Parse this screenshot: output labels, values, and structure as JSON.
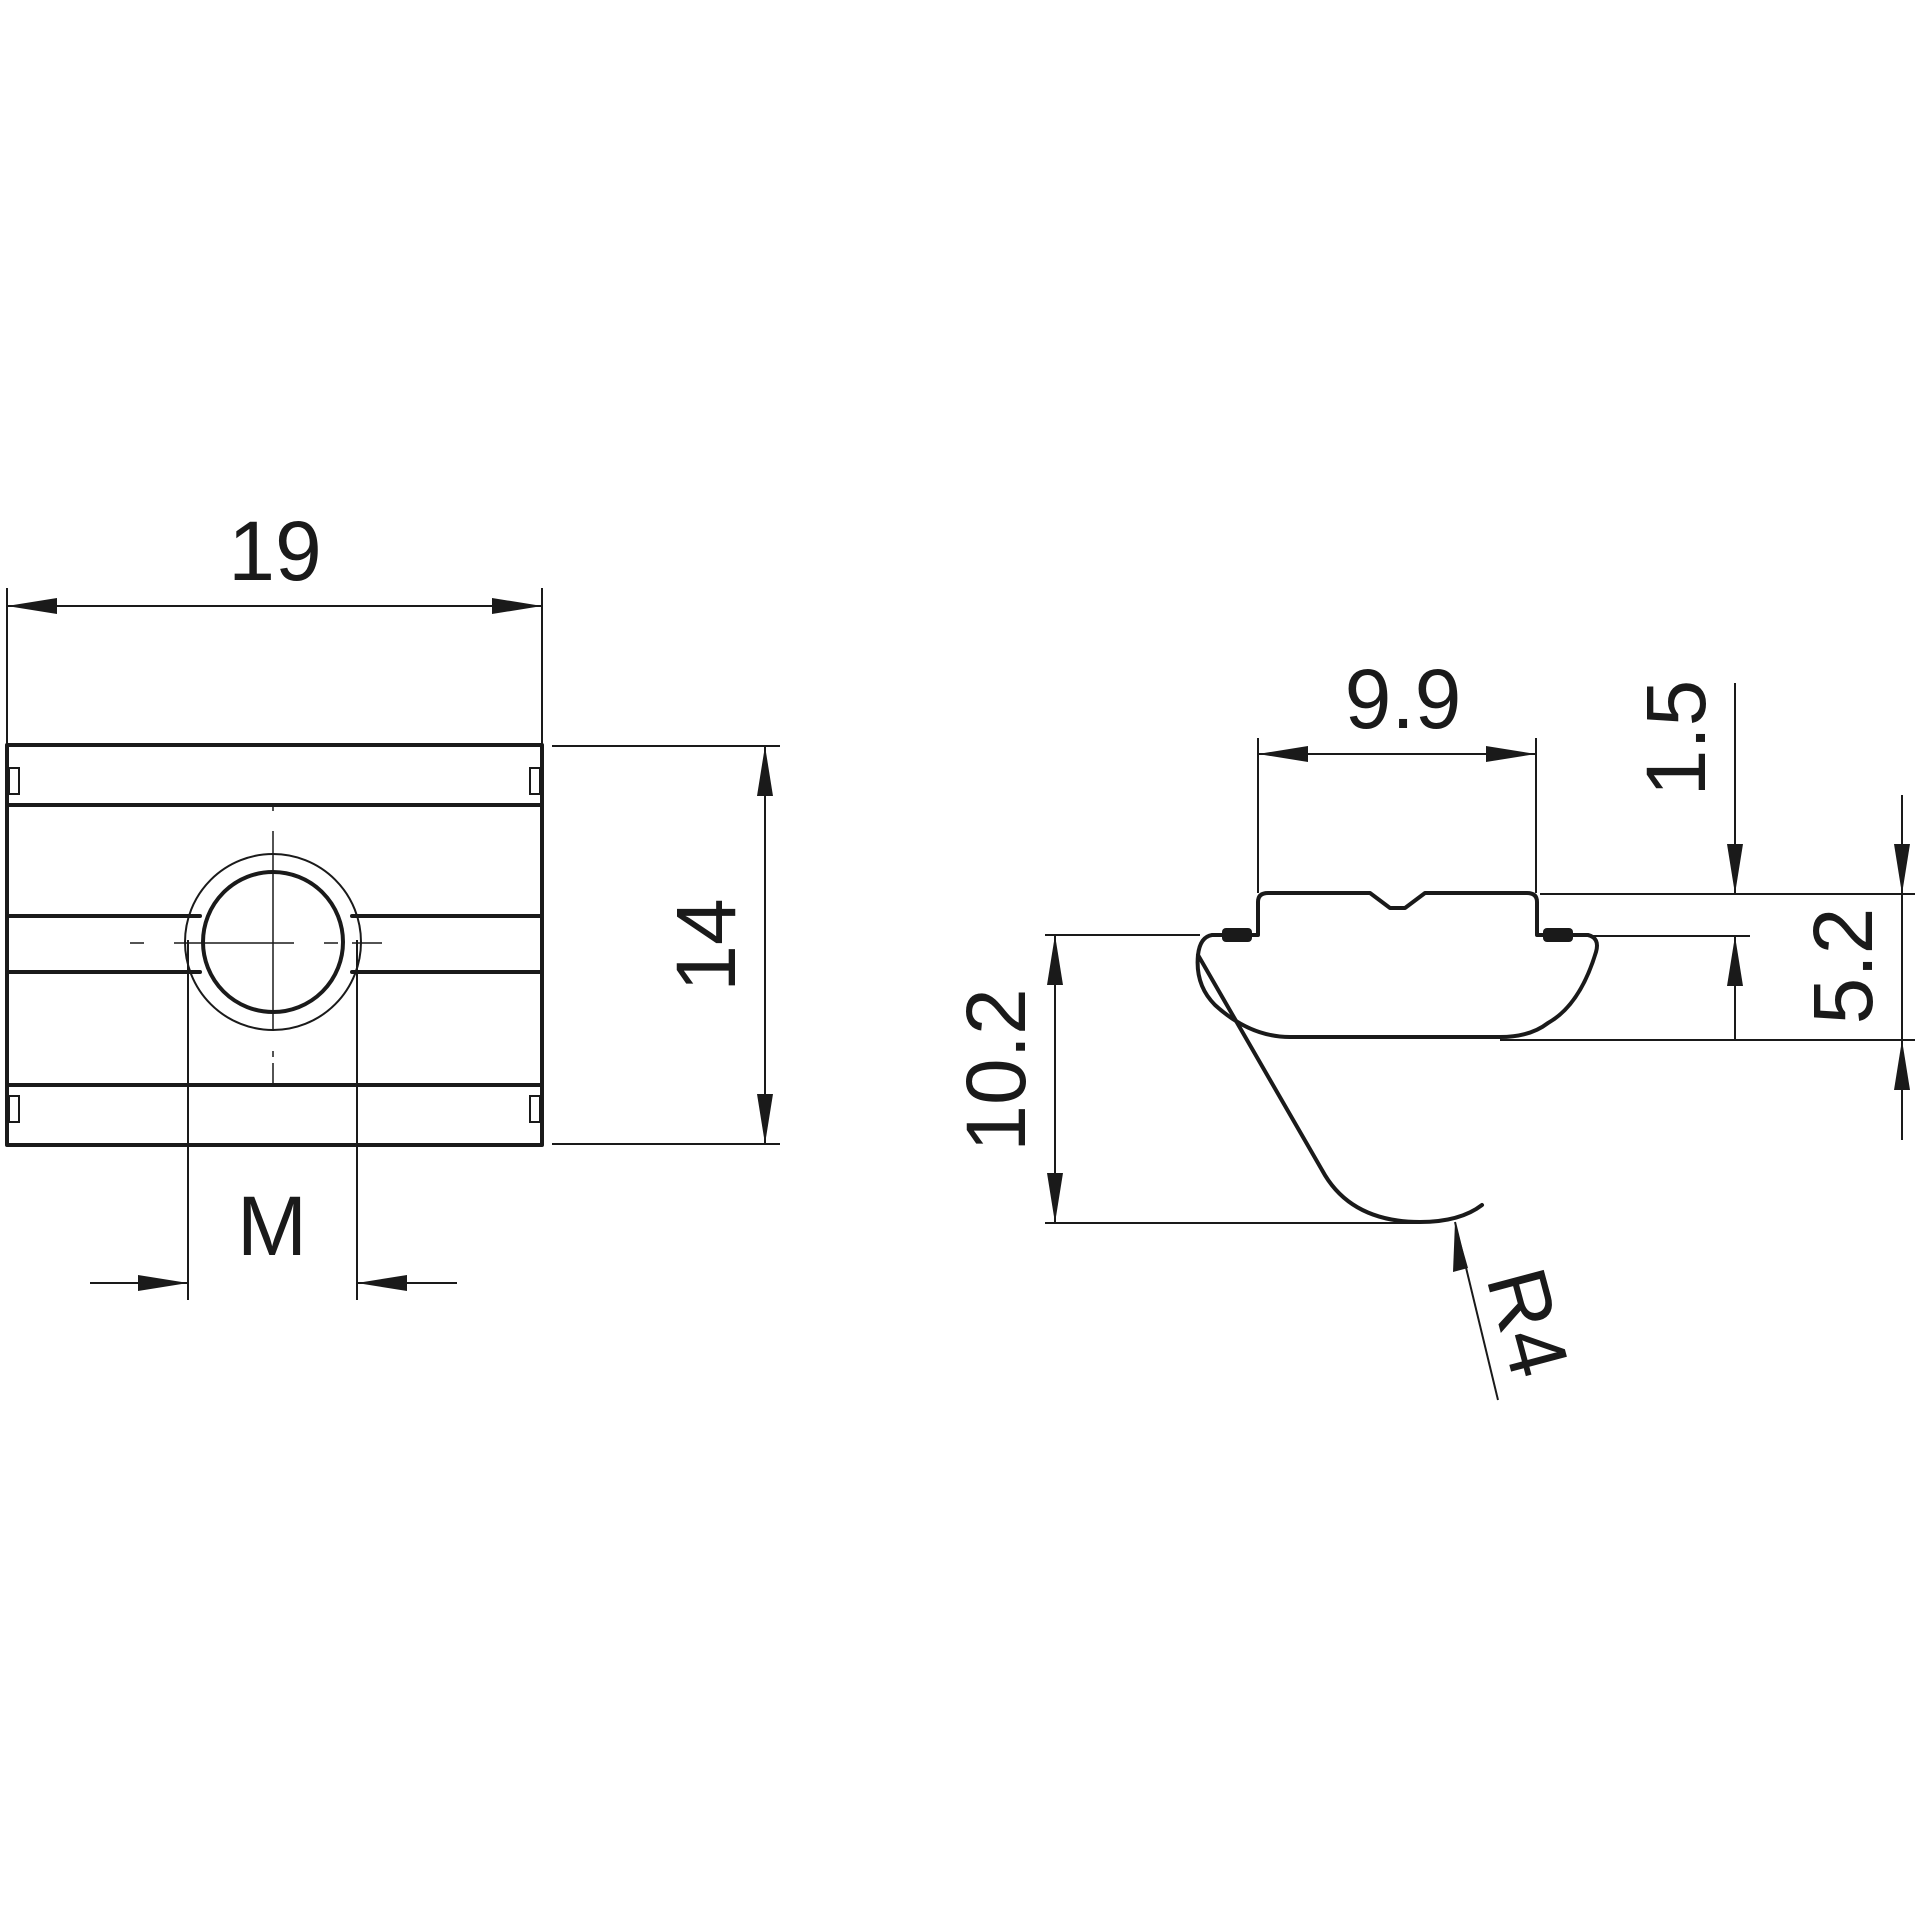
{
  "front_view": {
    "width_dim": "19",
    "height_dim": "14",
    "thread_dim": "M"
  },
  "side_view": {
    "top_width_dim": "9.9",
    "top_offset_dim": "1.5",
    "body_height_dim": "5.2",
    "overall_height_dim": "10.2",
    "radius_dim": "R4"
  }
}
